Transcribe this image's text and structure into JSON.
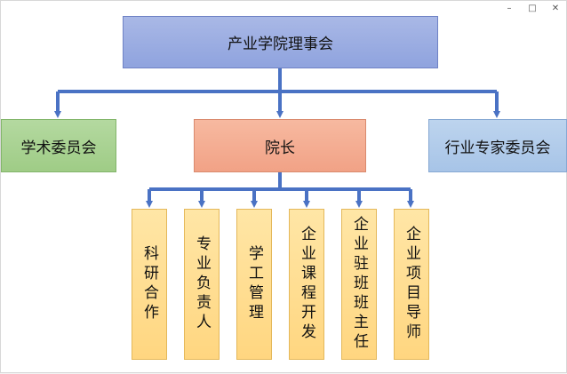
{
  "window_controls": {
    "minimize": "–",
    "maximize": "□",
    "close": "✕"
  },
  "org": {
    "board": "产业学院理事会",
    "left_committee": "学术委员会",
    "dean": "院长",
    "right_committee": "行业专家委员会",
    "sub_units": [
      "科研合作",
      "专业负责人",
      "学工管理",
      "企业课程开发",
      "企业驻班班主任",
      "企业项目导师"
    ]
  },
  "colors": {
    "connector": "#4a72c4",
    "board_fill": "#9aaee2",
    "academic_fill": "#a8d292",
    "dean_fill": "#f4ac92",
    "industry_fill": "#b2ccea",
    "sub_fill": "#ffdc8c"
  }
}
